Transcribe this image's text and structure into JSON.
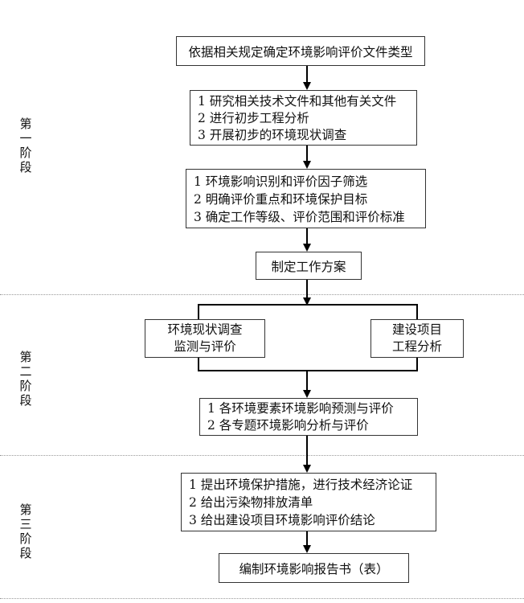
{
  "stages": [
    {
      "label": "第一阶段"
    },
    {
      "label": "第二阶段"
    },
    {
      "label": "第三阶段"
    }
  ],
  "flow": {
    "step1": {
      "text": "依据相关规定确定环境影响评价文件类型"
    },
    "step2": {
      "lines": [
        "1 研究相关技术文件和其他有关文件",
        "2 进行初步工程分析",
        "3 开展初步的环境现状调查"
      ]
    },
    "step3": {
      "lines": [
        "1 环境影响识别和评价因子筛选",
        "2 明确评价重点和环境保护目标",
        "3 确定工作等级、评价范围和评价标准"
      ]
    },
    "step4": {
      "text": "制定工作方案"
    },
    "parallel": {
      "left": {
        "lines": [
          "环境现状调查",
          "监测与评价"
        ]
      },
      "right": {
        "lines": [
          "建设项目",
          "工程分析"
        ]
      }
    },
    "step5": {
      "lines": [
        "1 各环境要素环境影响预测与评价",
        "2 各专题环境影响分析与评价"
      ]
    },
    "step6": {
      "lines": [
        "1 提出环境保护措施，进行技术经济论证",
        "2 给出污染物排放清单",
        "3 给出建设项目环境影响评价结论"
      ]
    },
    "step7": {
      "text": "编制环境影响报告书（表）"
    }
  },
  "colors": {
    "line": "#000000",
    "box_border": "#333333",
    "separator": "#9a9a9a",
    "text": "#111111",
    "background": "#ffffff"
  }
}
